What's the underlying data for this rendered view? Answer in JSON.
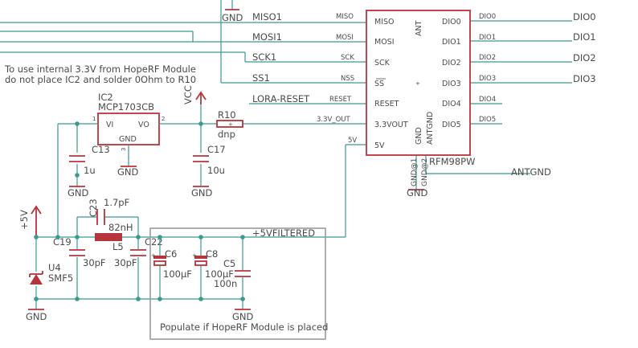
{
  "notes": {
    "line1": "To use internal 3.3V from HopeRF Module",
    "line2": "do not place IC2 and solder 0Ohm to R10",
    "populate": "Populate if HopeRF Module is placed"
  },
  "nets": {
    "miso": "MISO1",
    "mosi": "MOSI1",
    "sck": "SCK1",
    "ss": "SS1",
    "reset": "LORA-RESET",
    "filtered": "+5VFILTERED",
    "antgnd": "ANTGND",
    "lbl_miso": "MISO",
    "lbl_mosi": "MOSI",
    "lbl_sck": "SCK",
    "lbl_nss": "NSS",
    "lbl_reset": "RESET",
    "lbl_33": "3.3V_OUT",
    "lbl_5v": "5V",
    "lbl_dio0": "DIO0",
    "lbl_dio1": "DIO1",
    "lbl_dio2": "DIO2",
    "lbl_dio3": "DIO3",
    "lbl_dio4": "DIO4",
    "lbl_dio5": "DIO5",
    "dio0": "DIO0",
    "dio1": "DIO1",
    "dio2": "DIO2",
    "dio3": "DIO3"
  },
  "rfm": {
    "name": "RFM98PW",
    "gnd1": "GND@1",
    "gnd2": "GND@2",
    "pins_left": [
      "MISO",
      "MOSI",
      "SCK",
      "SS",
      "RESET",
      "3.3VOUT",
      "5V"
    ],
    "pins_right": [
      "DIO0",
      "DIO1",
      "DIO2",
      "DIO3",
      "DIO4",
      "DIO5"
    ],
    "ant": "ANT",
    "gnd": "GND",
    "antgnd": "ANTGND"
  },
  "ic2": {
    "ref": "IC2",
    "part": "MCP1703CB",
    "vi": "VI",
    "vo": "VO",
    "gnd": "GND",
    "pin1": "1",
    "pin2": "2",
    "pin3": "3"
  },
  "components": {
    "r10": "R10",
    "r10_val": "dnp",
    "c13": "C13",
    "c13_val": "1u",
    "c17": "C17",
    "c17_val": "10u",
    "c23": "C23",
    "c23_val": "1.7pF",
    "l5": "L5",
    "l5_val": "82nH",
    "c19": "C19",
    "c19_val": "30pF",
    "c22": "C22",
    "c22_val": "30pF",
    "c6": "C6",
    "c6_val": "100µF",
    "c8": "C8",
    "c8_val": "100µF",
    "c5": "C5",
    "c5_val": "100n",
    "u4": "U4",
    "u4_val": "SMF5"
  },
  "power": {
    "gnd": "GND",
    "vcc": "VCC",
    "p5v": "+5V"
  }
}
